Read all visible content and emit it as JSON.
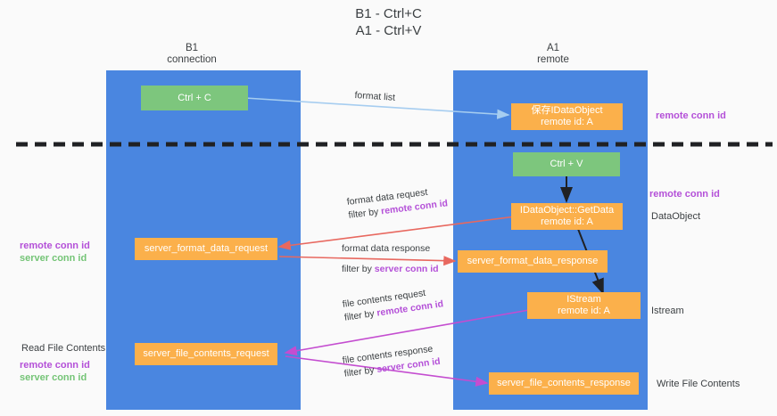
{
  "diagram": {
    "title": "B1 - Ctrl+C\nA1 - Ctrl+V",
    "columns": [
      {
        "name": "B1",
        "caption": "B1\nconnection"
      },
      {
        "name": "A1",
        "caption": "A1\nremote"
      }
    ],
    "colors": {
      "lane": "#4a86e0",
      "green_box": "#7dc67d",
      "orange_box": "#fbb04b",
      "purple_text": "#b450d8",
      "green_text": "#74c476",
      "blue_arrow": "#a6cdf0",
      "red_arrow": "#e8685f",
      "magenta_arrow": "#c44dd0",
      "black_arrow": "#202124",
      "divider": "#202124",
      "background": "#fafafa"
    },
    "nodes": [
      {
        "id": "ctrl-c",
        "label": "Ctrl + C",
        "style": "green"
      },
      {
        "id": "save-idataobject",
        "label": "保存IDataObject\nremote id: A",
        "style": "orange"
      },
      {
        "id": "ctrl-v",
        "label": "Ctrl + V",
        "style": "green"
      },
      {
        "id": "idataobject-getdata",
        "label": "IDataObject::GetData\nremote id: A",
        "style": "orange"
      },
      {
        "id": "server-format-data-request",
        "label": "server_format_data_request",
        "style": "orange"
      },
      {
        "id": "server-format-data-response",
        "label": "server_format_data_response",
        "style": "orange"
      },
      {
        "id": "istream",
        "label": "IStream\nremote id: A",
        "style": "orange"
      },
      {
        "id": "server-file-contents-request",
        "label": "server_file_contents_request",
        "style": "orange"
      },
      {
        "id": "server-file-contents-response",
        "label": "server_file_contents_response",
        "style": "orange"
      }
    ],
    "edge_labels": [
      {
        "id": "format-list",
        "line1": "format list",
        "line2": "",
        "highlight": ""
      },
      {
        "id": "format-data-request",
        "line1": "format data request",
        "line2_prefix": "filter by ",
        "line2_highlight": "remote conn id"
      },
      {
        "id": "format-data-response",
        "line1": "format data response",
        "line2_prefix": "filter by ",
        "line2_highlight": "server conn id"
      },
      {
        "id": "file-contents-request",
        "line1": "file contents request",
        "line2_prefix": "filter by ",
        "line2_highlight": "remote conn id"
      },
      {
        "id": "file-contents-response",
        "line1": "file contents response",
        "line2_prefix": "filter by ",
        "line2_highlight": "server conn id"
      }
    ],
    "side_labels": {
      "left": [
        {
          "id": "left-remote-conn-id",
          "text": "remote conn id",
          "color": "purple"
        },
        {
          "id": "left-server-conn-id",
          "text": "server conn id",
          "color": "green"
        },
        {
          "id": "read-file-contents",
          "text": "Read File Contents",
          "color": "plain"
        },
        {
          "id": "left-remote-conn-id-2",
          "text": "remote conn id",
          "color": "purple"
        },
        {
          "id": "left-server-conn-id-2",
          "text": "server conn id",
          "color": "green"
        }
      ],
      "right": [
        {
          "id": "right-remote-conn-id",
          "text": "remote conn id",
          "color": "purple"
        },
        {
          "id": "right-remote-conn-id-2",
          "text": "remote conn id",
          "color": "purple"
        },
        {
          "id": "dataobject-label",
          "text": "DataObject",
          "color": "plain"
        },
        {
          "id": "istream-label",
          "text": "Istream",
          "color": "plain"
        },
        {
          "id": "write-file-contents",
          "text": "Write File Contents",
          "color": "plain"
        }
      ]
    }
  }
}
